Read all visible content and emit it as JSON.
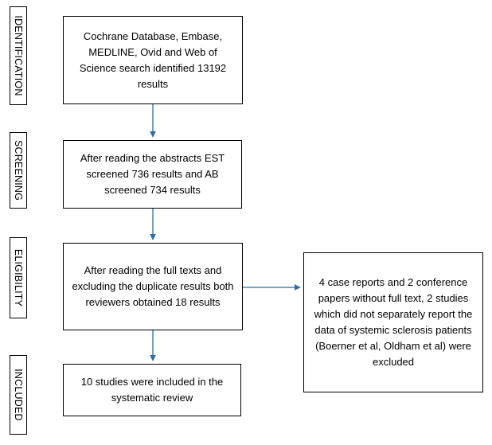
{
  "stages": {
    "identification": "IDENTIFICATION",
    "screening": "SCREENING",
    "eligibility": "ELIGIBILITY",
    "included": "INCLUDED"
  },
  "boxes": {
    "identification": "Cochrane Database, Embase, MEDLINE, Ovid and Web of Science search identified 13192 results",
    "screening": "After reading the abstracts EST screened 736 results and AB screened 734 results",
    "eligibility": "After reading the full texts and excluding the duplicate results both reviewers obtained 18 results",
    "excluded": "4 case reports and 2 conference papers without full text, 2 studies which did not separately report the data of systemic sclerosis patients (Boerner et al, Oldham et al) were excluded",
    "included": "10 studies were included in the systematic review"
  },
  "colors": {
    "arrow": "#2e6da4",
    "border": "#000000"
  }
}
